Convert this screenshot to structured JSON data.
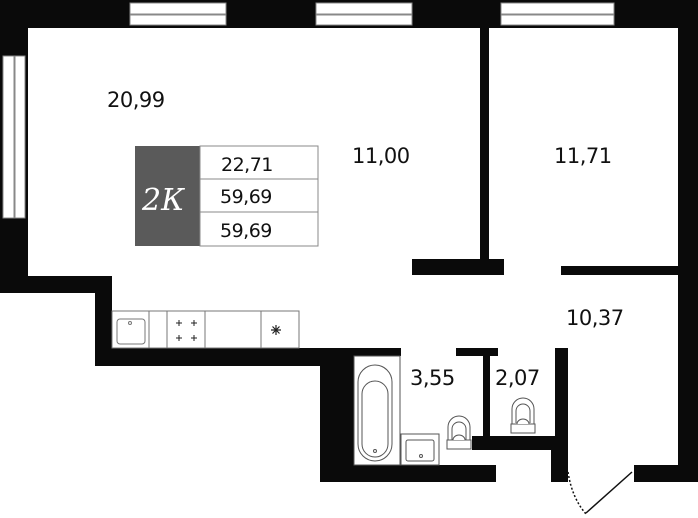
{
  "plan": {
    "apartment_type": "2К",
    "summary": {
      "living_area": "22,71",
      "total_area": "59,69",
      "total_area_with_balcony": "59,69"
    },
    "rooms": [
      {
        "id": "living-kitchen",
        "area": "20,99"
      },
      {
        "id": "bedroom-1",
        "area": "11,00"
      },
      {
        "id": "bedroom-2",
        "area": "11,71"
      },
      {
        "id": "hallway",
        "area": "10,37"
      },
      {
        "id": "bathroom",
        "area": "3,55"
      },
      {
        "id": "wc",
        "area": "2,07"
      }
    ],
    "kitchen_fixtures": [
      "sink",
      "cabinet",
      "cooktop",
      "counter",
      "fridge"
    ],
    "bathroom_fixtures": [
      "bathtub",
      "washbasin",
      "toilet"
    ],
    "wc_fixtures": [
      "toilet"
    ]
  },
  "colors": {
    "wall": "#0a0a0a",
    "badge_dark": "#5a5a5a",
    "line": "#777777",
    "text": "#111111"
  }
}
